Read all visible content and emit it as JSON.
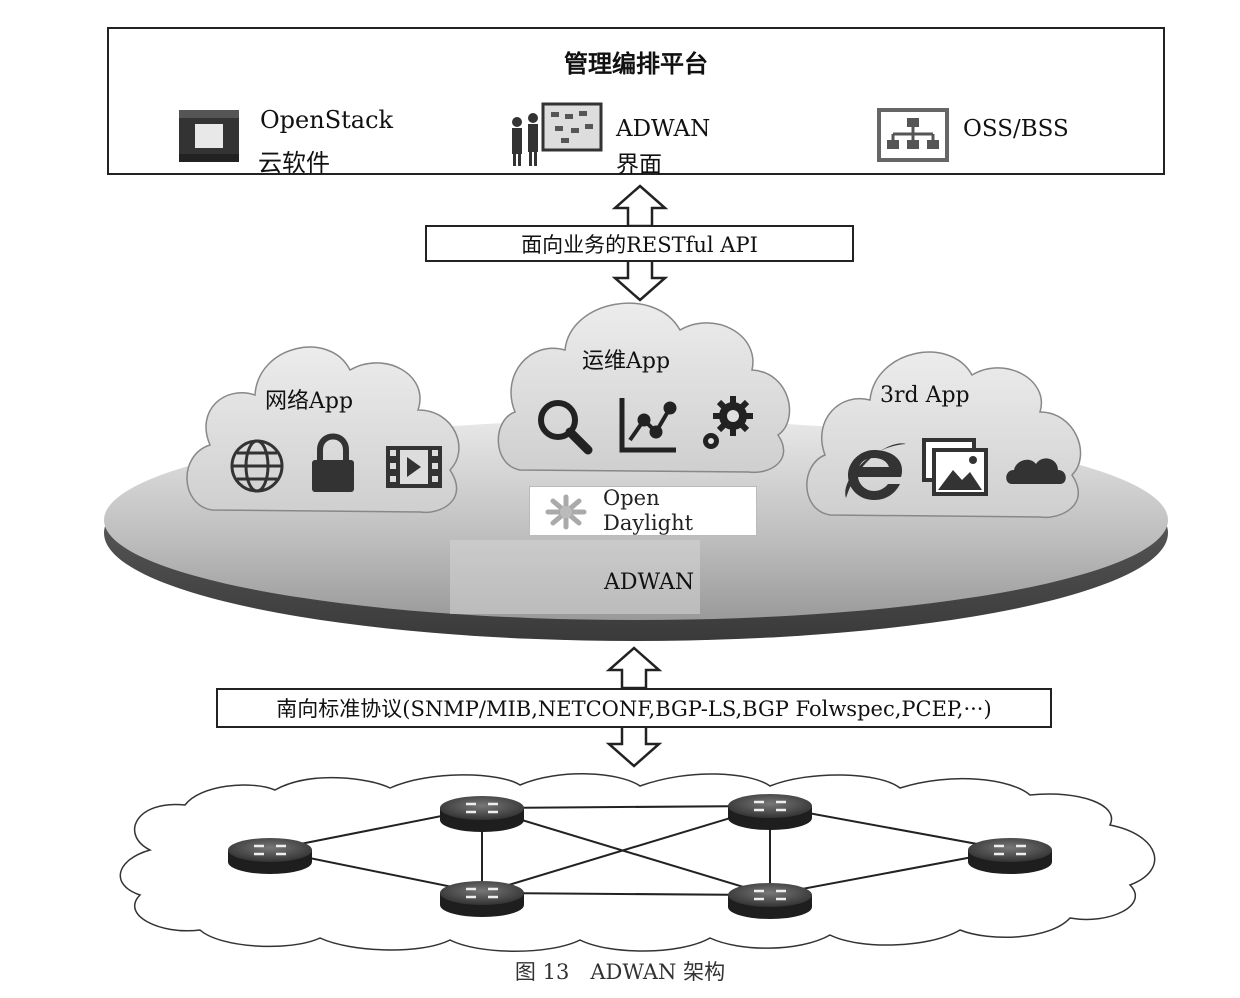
{
  "management": {
    "title": "管理编排平台",
    "items": [
      {
        "line1": "OpenStack",
        "line2": "云软件",
        "icon": "openstack-icon"
      },
      {
        "line1": "ADWAN",
        "line2": "界面",
        "icon": "presentation-icon"
      },
      {
        "line1": "OSS/BSS",
        "line2": "",
        "icon": "org-chart-icon"
      }
    ]
  },
  "northbound": {
    "label": "面向业务的RESTful API"
  },
  "clouds": {
    "network": {
      "title": "网络App",
      "icons": [
        "globe-icon",
        "lock-icon",
        "video-icon"
      ]
    },
    "ops": {
      "title": "运维App",
      "icons": [
        "search-icon",
        "line-chart-icon",
        "gears-icon"
      ]
    },
    "third": {
      "title": "3rd App",
      "icons": [
        "ie-browser-icon",
        "picture-icon",
        "onedrive-cloud-icon"
      ]
    }
  },
  "opendaylight": {
    "line1": "Open",
    "line2": "Daylight"
  },
  "platform": {
    "label": "ADWAN"
  },
  "southbound": {
    "label": "南向标准协议(SNMP/MIB,NETCONF,BGP-LS,BGP Folwspec,PCEP,···)"
  },
  "network": {
    "routers": 6,
    "router_icon": "router-icon"
  },
  "caption": "图 13　ADWAN 架构"
}
